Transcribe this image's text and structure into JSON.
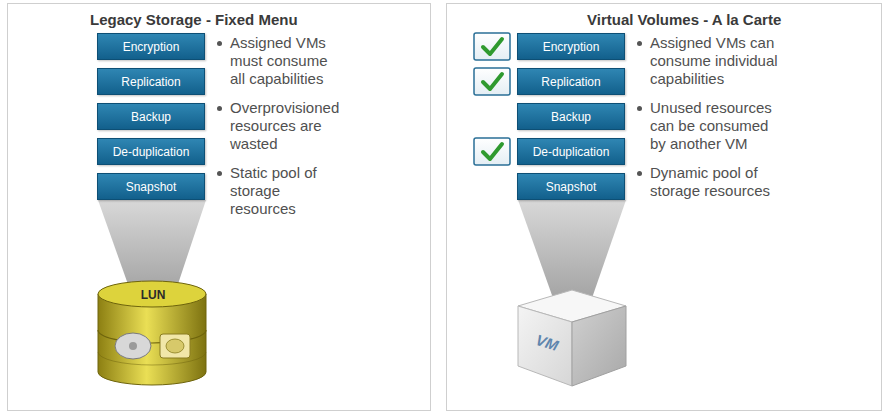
{
  "diagram": {
    "nodes": [
      {
        "text": [
          "Legacy Storage - Fixed Menu",
          "Assigned VMs must consume all capabilities",
          "Overprovisioned resources are wasted",
          "Static pool of storage resources"
        ]
      },
      {
        "text": [
          "Encryption"
        ],
        "in": 0
      },
      {
        "text": [
          "Replication"
        ],
        "in": 0
      },
      {
        "text": [
          "Backup"
        ],
        "in": 0
      },
      {
        "text": [
          "De-duplication"
        ],
        "in": 0
      },
      {
        "text": [
          "Snapshot"
        ],
        "in": 0
      },
      {
        "text": [
          "LUN"
        ],
        "in": 0
      },
      {
        "text": [
          "Virtual Volumes - A la Carte",
          "Assigned VMs can consume individual capabilities",
          "Unused resources can be consumed by another VM",
          "Dynamic pool of storage resources"
        ]
      },
      {
        "text": [
          "Encryption"
        ],
        "in": 7
      },
      {
        "text": [
          "Replication"
        ],
        "in": 7
      },
      {
        "text": [
          "Backup"
        ],
        "in": 7
      },
      {
        "text": [
          "De-duplication"
        ],
        "in": 7
      },
      {
        "text": [
          "Snapshot"
        ],
        "in": 7
      },
      {
        "text": [
          "VM"
        ],
        "in": 7
      }
    ]
  }
}
